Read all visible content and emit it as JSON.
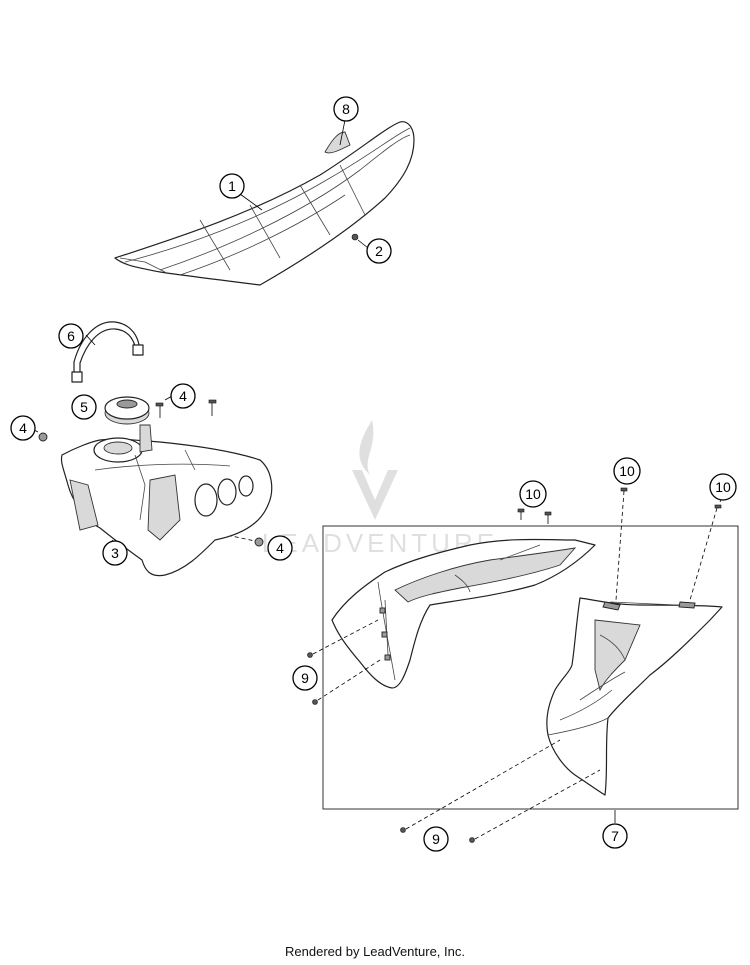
{
  "diagram": {
    "callouts": [
      {
        "id": "c1",
        "label": "1"
      },
      {
        "id": "c2",
        "label": "2"
      },
      {
        "id": "c8",
        "label": "8"
      },
      {
        "id": "c6",
        "label": "6"
      },
      {
        "id": "c5",
        "label": "5"
      },
      {
        "id": "c4a",
        "label": "4"
      },
      {
        "id": "c4b",
        "label": "4"
      },
      {
        "id": "c4c",
        "label": "4"
      },
      {
        "id": "c3",
        "label": "3"
      },
      {
        "id": "c10a",
        "label": "10"
      },
      {
        "id": "c10b",
        "label": "10"
      },
      {
        "id": "c10c",
        "label": "10"
      },
      {
        "id": "c9a",
        "label": "9"
      },
      {
        "id": "c9b",
        "label": "9"
      },
      {
        "id": "c7",
        "label": "7"
      }
    ],
    "watermark_text": "LEADVENTURE"
  },
  "footer": {
    "credit": "Rendered by LeadVenture, Inc."
  }
}
